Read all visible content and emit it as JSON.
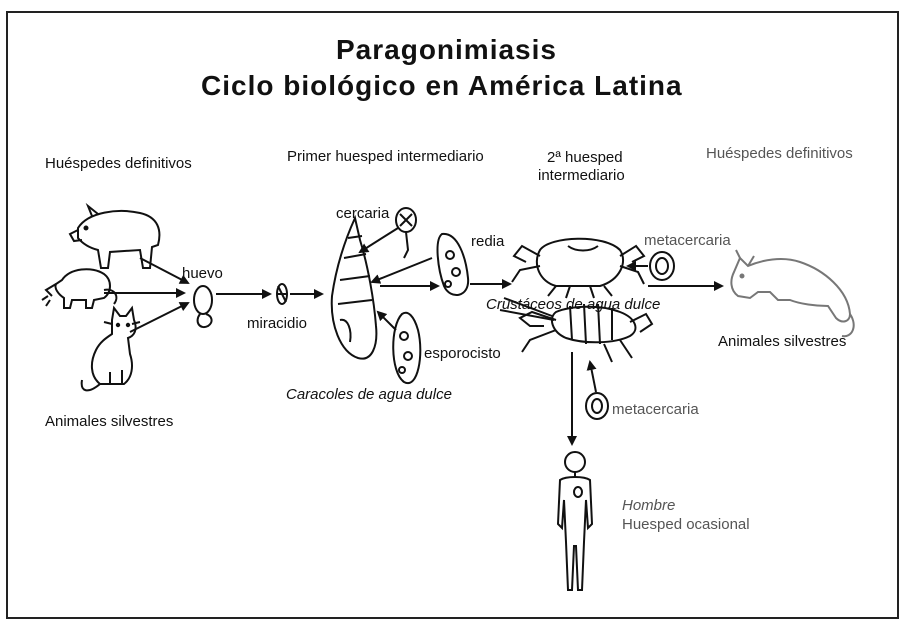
{
  "title": {
    "line1": "Paragonimiasis",
    "line2": "Ciclo biológico en América Latina"
  },
  "headers": {
    "left": "Huéspedes definitivos",
    "middle": "Primer huesped intermediario",
    "second_line1": "2ª huesped",
    "second_line2": "intermediario",
    "right": "Huéspedes definitivos"
  },
  "labels": {
    "huevo": "huevo",
    "miracidio": "miracidio",
    "cercaria": "cercaria",
    "redia": "redia",
    "esporocisto": "esporocisto",
    "caracoles": "Caracoles de agua dulce",
    "metacercaria_top": "metacercaria",
    "crustaceos": "Crustáceos de agua dulce",
    "animales_right": "Animales silvestres",
    "animales_left": "Animales silvestres",
    "metacercaria_bottom": "metacercaria",
    "hombre": "Hombre",
    "huesped_ocasional": "Huesped ocasional"
  }
}
